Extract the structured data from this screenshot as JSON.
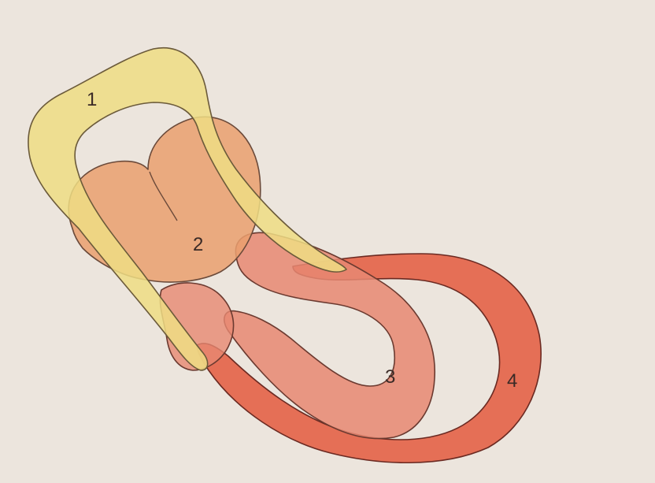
{
  "diagram": {
    "background_color": "#ece5dd",
    "structures": [
      {
        "label": "1",
        "fill": "#eedd84",
        "stroke": "#6b5a3a"
      },
      {
        "label": "2",
        "fill": "#eaa06e",
        "stroke": "#6b4a3a"
      },
      {
        "label": "3",
        "fill": "#e78872",
        "stroke": "#6b3a30"
      },
      {
        "label": "4",
        "fill": "#e45a3e",
        "stroke": "#6b2a22"
      }
    ]
  }
}
